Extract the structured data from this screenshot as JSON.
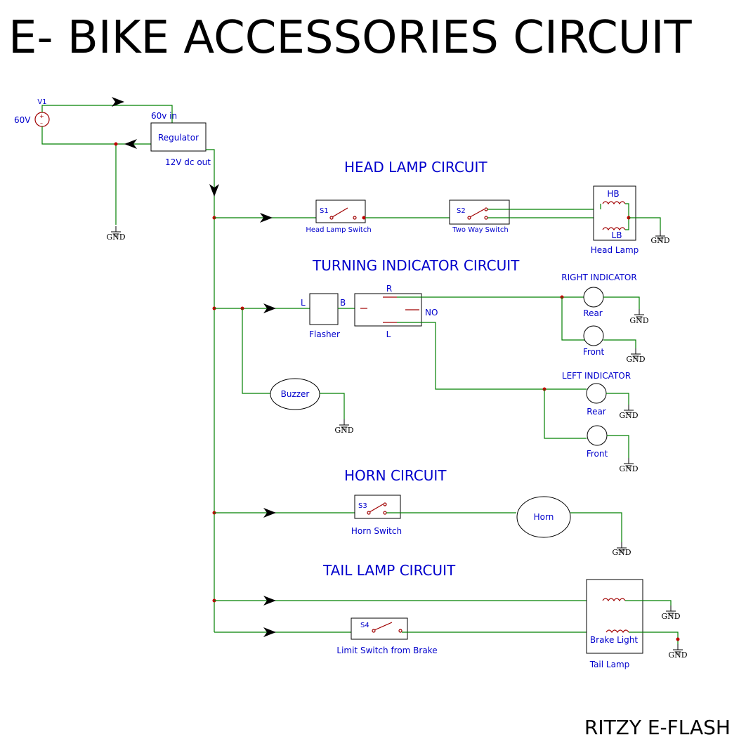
{
  "title": "E- BIKE ACCESSORIES CIRCUIT",
  "footer": "RITZY E-FLASH",
  "source": {
    "ref": "V1",
    "value": "60V"
  },
  "regulator": {
    "label": "Regulator",
    "input": "60v in",
    "output": "12V dc out"
  },
  "gnd": "GND",
  "head_lamp": {
    "heading": "HEAD LAMP CIRCUIT",
    "s1_ref": "S1",
    "s1_label": "Head Lamp Switch",
    "s2_ref": "S2",
    "s2_label": "Two Way Switch",
    "hb": "HB",
    "lb": "LB",
    "lamp_label": "Head Lamp"
  },
  "indicator": {
    "heading": "TURNING INDICATOR CIRCUIT",
    "flasher_l": "L",
    "flasher_b": "B",
    "flasher_label": "Flasher",
    "switch_r": "R",
    "switch_l": "L",
    "switch_no": "NO",
    "right_label": "RIGHT INDICATOR",
    "left_label": "LEFT INDICATOR",
    "rear": "Rear",
    "front": "Front",
    "buzzer": "Buzzer"
  },
  "horn": {
    "heading": "HORN CIRCUIT",
    "s3_ref": "S3",
    "s3_label": "Horn Switch",
    "horn_label": "Horn"
  },
  "tail_lamp": {
    "heading": "TAIL LAMP CIRCUIT",
    "s4_ref": "S4",
    "s4_label": "Limit Switch from Brake",
    "brake_light": "Brake Light",
    "lamp_label": "Tail Lamp"
  },
  "colors": {
    "wire": "#008000",
    "label": "#0000cc",
    "component": "#a00000",
    "junction": "#c00000"
  }
}
